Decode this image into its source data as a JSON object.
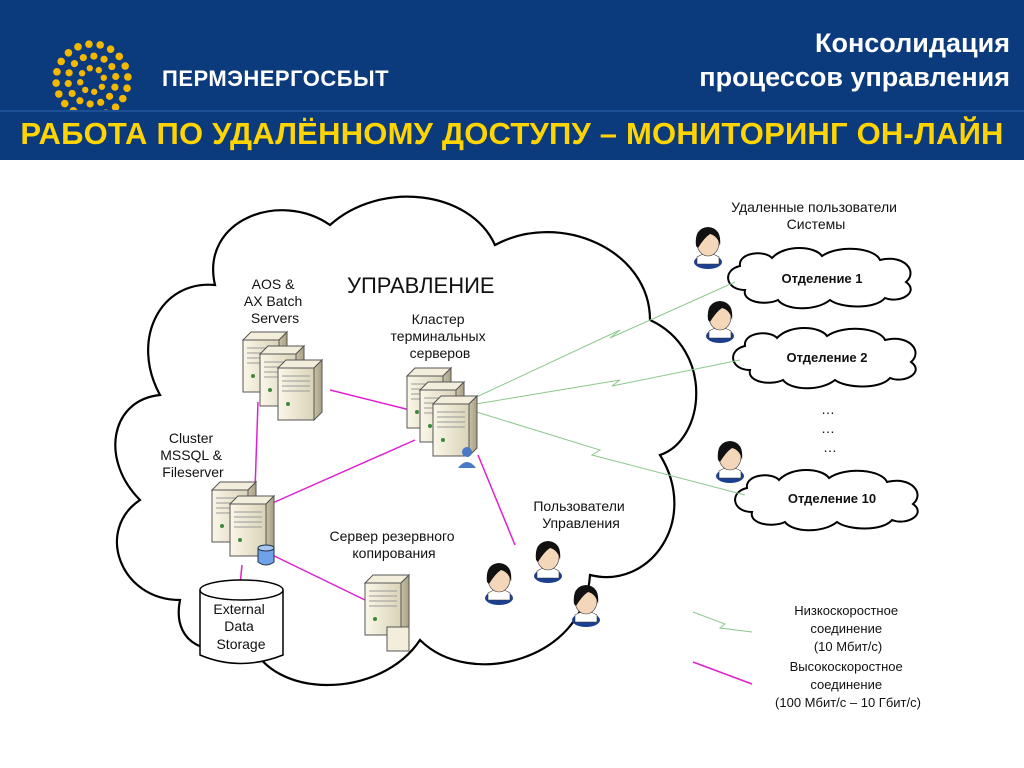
{
  "header": {
    "brand": "ПЕРМЭНЕРГОСБЫТ",
    "subtitle_line1": "Консолидация",
    "subtitle_line2": "процессов управления",
    "banner": "РАБОТА ПО УДАЛЁННОМУ ДОСТУПУ – МОНИТОРИНГ ОН-ЛАЙН"
  },
  "diagram": {
    "cloud_title": "УПРАВЛЕНИЕ",
    "aos_label": [
      "AOS &",
      "AX Batch",
      "Servers"
    ],
    "terminal_label": [
      "Кластер",
      "терминальных",
      "серверов"
    ],
    "cluster_label": [
      "Cluster",
      "MSSQL &",
      "Fileserver"
    ],
    "backup_label": [
      "Сервер резервного",
      "копирования"
    ],
    "storage_label": [
      "External",
      "Data",
      "Storage"
    ],
    "mgmt_users_label": [
      "Пользователи",
      "Управления"
    ],
    "remote_users_label": [
      "Удаленные пользователи",
      "Системы"
    ],
    "branches": [
      "Отделение 1",
      "Отделение 2",
      "Отделение 10"
    ],
    "ellipsis": [
      "…",
      "…",
      "…"
    ],
    "legend": {
      "low_speed": [
        "Низкоскоростное",
        "соединение",
        "(10 Мбит/с)"
      ],
      "high_speed": [
        "Высокоскоростное",
        "соединение",
        "(100 Мбит/с – 10 Гбит/с)"
      ]
    }
  },
  "colors": {
    "header_bg": "#0b3a7d",
    "banner_text": "#ffd400",
    "high_speed_link": "#e020d0",
    "low_speed_link": "#8cc88c"
  }
}
